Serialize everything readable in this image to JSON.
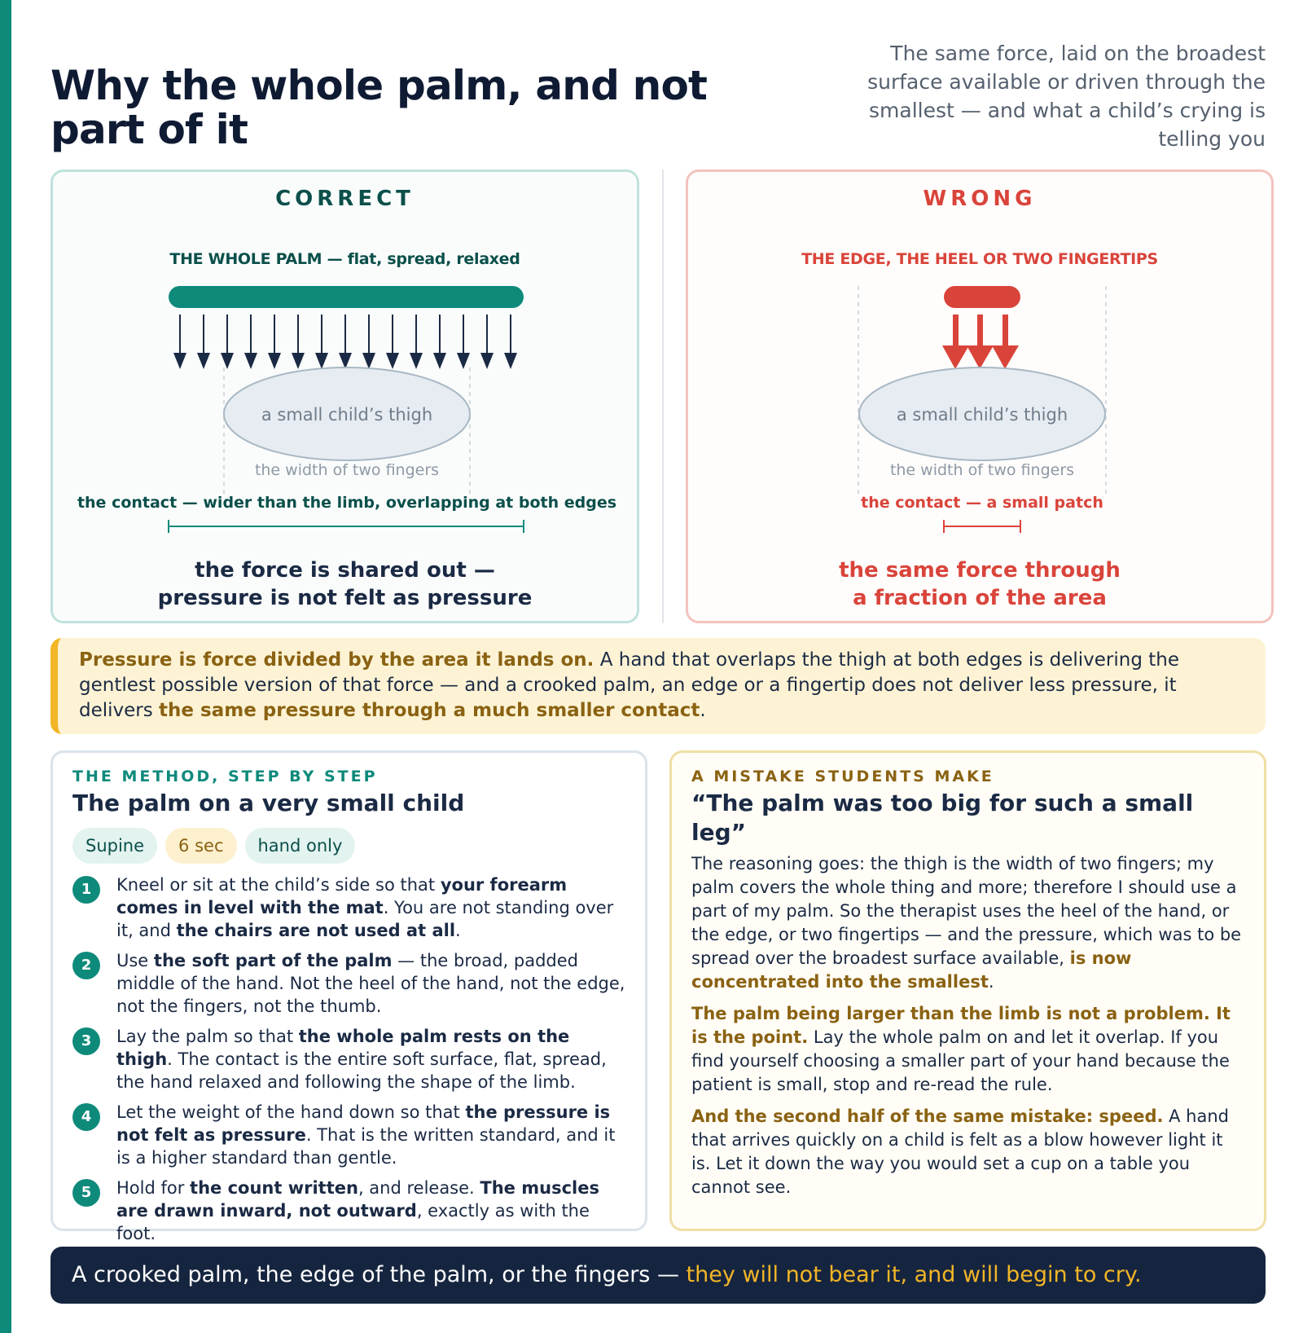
{
  "header": {
    "title": "Why the whole palm, and not part of it",
    "subtitle": "The same force, laid on the broadest surface available or driven through the smallest — and what a child’s crying is telling you"
  },
  "correct_panel": {
    "heading": "CORRECT",
    "label": "THE WHOLE PALM — flat, spread, relaxed",
    "thigh": "a small child’s thigh",
    "width_note": "the width of two fingers",
    "contact_note": "the contact — wider than the limb, overlapping at both edges",
    "conclusion_line1": "the force is shared out —",
    "conclusion_line2": "pressure is not felt as pressure",
    "color": "#0e8a7b"
  },
  "wrong_panel": {
    "heading": "WRONG",
    "label": "THE EDGE, THE HEEL OR TWO FINGERTIPS",
    "thigh": "a small child’s thigh",
    "width_note": "the width of two fingers",
    "contact_note": "the contact — a small patch",
    "conclusion_line1": "the same force through",
    "conclusion_line2": "a fraction of the area",
    "color": "#d9443a"
  },
  "callout": {
    "lead": "Pressure is force divided by the area it lands on.",
    "body": " A hand that overlaps the thigh at both edges is delivering the gentlest possible version of that force — and a crooked palm, an edge or a fingertip does not deliver less pressure, it delivers ",
    "emph": "the same pressure through a much smaller contact",
    "end": "."
  },
  "method": {
    "kicker": "THE METHOD, STEP BY STEP",
    "title": "The palm on a very small child",
    "tags": [
      "Supine",
      "6 sec",
      "hand only"
    ],
    "steps": [
      {
        "num": "1",
        "a": "Kneel or sit at the child’s side so that ",
        "b": "your forearm comes in level with the mat",
        "c": ". You are not standing over it, and ",
        "d": "the chairs are not used at all",
        "e": "."
      },
      {
        "num": "2",
        "a": "Use ",
        "b": "the soft part of the palm",
        "c": " — the broad, padded middle of the hand. Not the heel of the hand, not the edge, not the fingers, not the thumb.",
        "d": "",
        "e": ""
      },
      {
        "num": "3",
        "a": "Lay the palm so that ",
        "b": "the whole palm rests on the thigh",
        "c": ". The contact is the entire soft surface, flat, spread, the hand relaxed and following the shape of the limb.",
        "d": "",
        "e": ""
      },
      {
        "num": "4",
        "a": "Let the weight of the hand down so that ",
        "b": "the pressure is not felt as pressure",
        "c": ". That is the written standard, and it is a higher standard than gentle.",
        "d": "",
        "e": ""
      },
      {
        "num": "5",
        "a": "Hold for ",
        "b": "the count written",
        "c": ", and release. ",
        "d": "The muscles are drawn inward, not outward",
        "e": ", exactly as with the foot."
      }
    ]
  },
  "mistake": {
    "kicker": "A MISTAKE STUDENTS MAKE",
    "title": "“The palm was too big for such a small leg”",
    "p1_a": "The reasoning goes: the thigh is the width of two fingers; my palm covers the whole thing and more; therefore I should use a part of my palm. So the therapist uses the heel of the hand, or the edge, or two fingertips — and the pressure, which was to be spread over the broadest surface available, ",
    "p1_b": "is now concentrated into the smallest",
    "p1_c": ".",
    "p2_a": "The palm being larger than the limb is not a problem. It is the point.",
    "p2_b": " Lay the whole palm on and let it overlap. If you find yourself choosing a smaller part of your hand because the patient is small, stop and re-read the rule.",
    "p3_a": "And the second half of the same mistake: speed.",
    "p3_b": " A hand that arrives quickly on a child is felt as a blow however light it is. Let it down the way you would set a cup on a table you cannot see."
  },
  "footer": {
    "plain": "A crooked palm, the edge of the palm, or the fingers — ",
    "highlight": "they will not bear it, and will begin to cry."
  }
}
